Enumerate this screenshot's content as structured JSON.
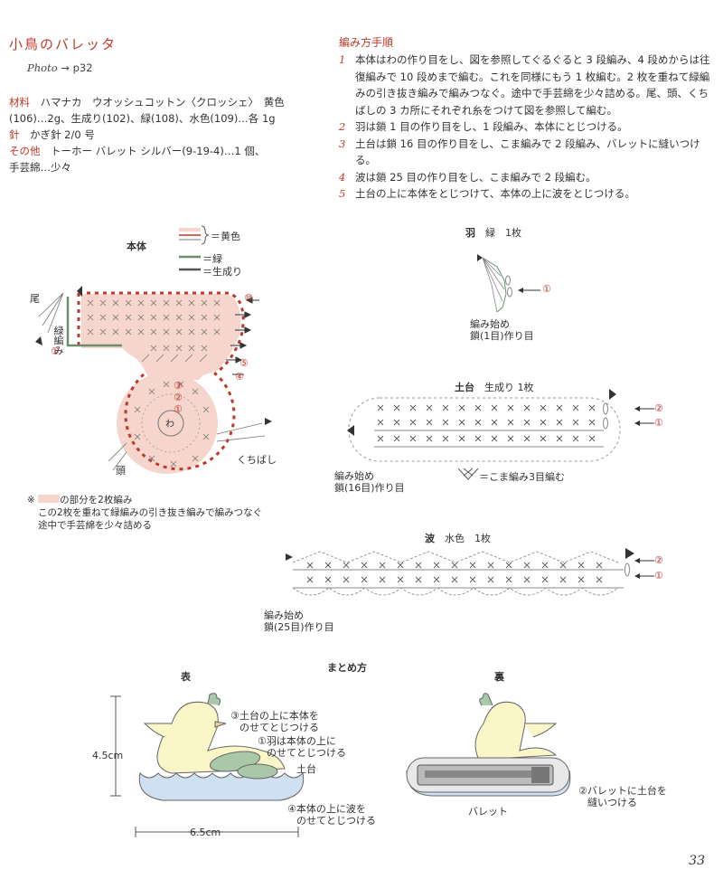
{
  "title": "小鳥のバレッタ",
  "photo": {
    "label": "Photo",
    "ref": "→ p32"
  },
  "materials": {
    "k1": "材料",
    "v1a": "ハマナカ　ウオッシュコットン〈クロッシェ〉　黄色",
    "v1b": "(106)…2g、生成り(102)、緑(108)、水色(109)…各 1g",
    "k2": "針",
    "v2": "かぎ針 2/0 号",
    "k3": "その他",
    "v3a": "トーホー バレット シルバー(9-19-4)…1 個、",
    "v3b": "手芸綿…少々"
  },
  "steps_heading": "編み方手順",
  "steps": [
    {
      "n": "1",
      "t": "本体はわの作り目をし、図を参照してぐるぐると 3 段編み、4 段めからは往復編みで 10 段めまで編む。これを同様にもう 1 枚編む。2 枚を重ねて緑編みの引き抜き編みで編みつなぐ。途中で手芸綿を少々詰める。尾、頭、くちばしの 3 カ所にそれぞれ糸をつけて図を参照して編む。"
    },
    {
      "n": "2",
      "t": "羽は鎖 1 目の作り目をし、1 段編み、本体にとじつける。"
    },
    {
      "n": "3",
      "t": "土台は鎖 16 目の作り目をし、こま編みで 2 段編み、バレットに縫いつける。"
    },
    {
      "n": "4",
      "t": "波は鎖 25 目の作り目をし、こま編みで 2 段編む。"
    },
    {
      "n": "5",
      "t": "土台の上に本体をとじつけて、本体の上に波をとじつける。"
    }
  ],
  "body_diagram": {
    "title": "本体",
    "legend_yellow": "＝黄色",
    "legend_green": "＝緑",
    "legend_white": "＝生成り",
    "tail": "尾",
    "edge": "緑編み",
    "edge_n": "①",
    "head": "頭",
    "beak": "くちばし",
    "ring": "わ",
    "r10": "⑩",
    "r5": "⑤",
    "r4": "④",
    "r3": "③",
    "r2": "②",
    "r1": "①",
    "note_mark": "※",
    "note1": "の部分を2枚編み",
    "note2": "この2枚を重ねて緑編みの引き抜き編みで編みつなぐ",
    "note3": "途中で手芸綿を少々詰める"
  },
  "wing": {
    "title": "羽",
    "sub": "緑　1枚",
    "r1": "①",
    "start1": "編み始め",
    "start2": "鎖(1目)作り目"
  },
  "base": {
    "title": "土台",
    "sub": "生成り 1枚",
    "r2": "②",
    "r1": "①",
    "start1": "編み始め",
    "start2": "鎖(16目)作り目",
    "legend": "＝こま編み3目編む"
  },
  "wave": {
    "title": "波",
    "sub": "水色　1枚",
    "r2": "②",
    "r1": "①",
    "start1": "編み始め",
    "start2": "鎖(25目)作り目"
  },
  "assembly": {
    "title": "まとめ方",
    "front": "表",
    "back": "裏",
    "a3a": "③土台の上に本体を",
    "a3b": "のせてとじつける",
    "a1a": "①羽は本体の上に",
    "a1b": "のせてとじつける",
    "base": "土台",
    "a4a": "④本体の上に波を",
    "a4b": "のせてとじつける",
    "height": "4.5cm",
    "width": "6.5cm",
    "a2a": "②バレットに土台を",
    "a2b": "縫いつける",
    "barrette": "バレット"
  },
  "page_number": "33",
  "colors": {
    "accent": "#c0392b",
    "yellow": "#f5d5cc",
    "green": "#6a8f6a",
    "water": "#cfe0f2",
    "bird": "#fbf6c8"
  }
}
